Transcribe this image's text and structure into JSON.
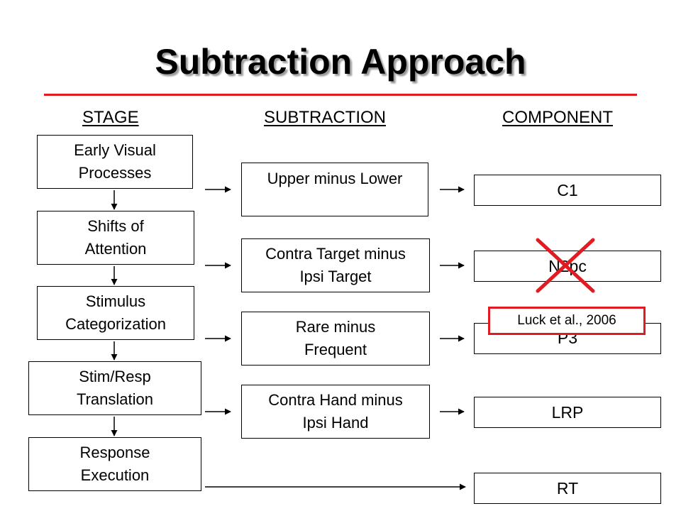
{
  "title": "Subtraction Approach",
  "headers": {
    "stage": "STAGE",
    "subtraction": "SUBTRACTION",
    "component": "COMPONENT"
  },
  "stages": [
    {
      "line1": "Early Visual",
      "line2": "Processes"
    },
    {
      "line1": "Shifts of",
      "line2": "Attention"
    },
    {
      "line1": "Stimulus",
      "line2": "Categorization"
    },
    {
      "line1": "Stim/Resp",
      "line2": "Translation"
    },
    {
      "line1": "Response",
      "line2": "Execution"
    }
  ],
  "subtractions": [
    {
      "line1": "Upper minus Lower",
      "line2": ""
    },
    {
      "line1": "Contra Target minus",
      "line2": "Ipsi Target"
    },
    {
      "line1": "Rare minus",
      "line2": "Frequent"
    },
    {
      "line1": "Contra Hand minus",
      "line2": "Ipsi Hand"
    }
  ],
  "components": [
    "C1",
    "N2pc",
    "P3",
    "LRP",
    "RT"
  ],
  "annotation": {
    "text": "Luck et al., 2006",
    "crossed_component": "N2pc"
  },
  "colors": {
    "accent_red": "#e01b22",
    "title_shadow": "#9a9a9a"
  }
}
